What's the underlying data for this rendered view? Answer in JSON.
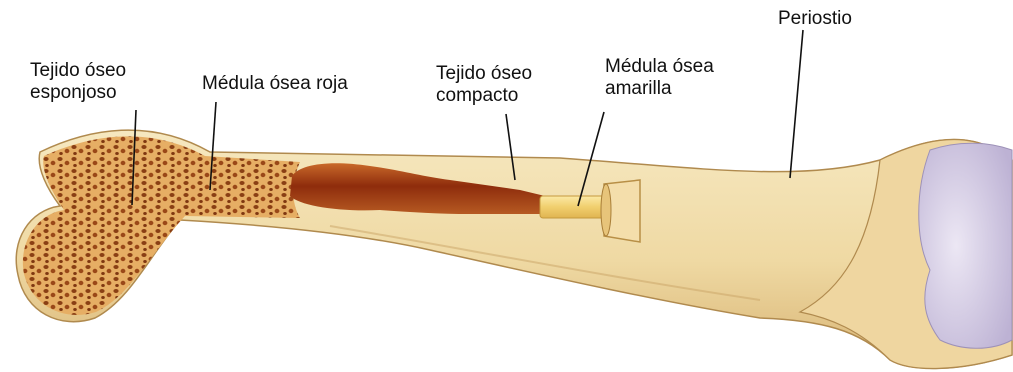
{
  "labels": {
    "spongy_tissue": [
      "Tejido óseo",
      "esponjoso"
    ],
    "red_marrow": "Médula ósea roja",
    "compact_tissue": [
      "Tejido óseo",
      "compacto"
    ],
    "yellow_marrow": [
      "Médula ósea",
      "amarilla"
    ],
    "periosteum": "Periostio"
  },
  "colors": {
    "bone": "#f1dfae",
    "bone_shadow": "#d9b978",
    "spongy_base": "#e8b46a",
    "spongy_holes": "#8a3f14",
    "red_marrow": "#8e2c0c",
    "yellow_marrow": "#f4d478",
    "cartilage": "#d6cee6",
    "leader_line": "#111111"
  }
}
